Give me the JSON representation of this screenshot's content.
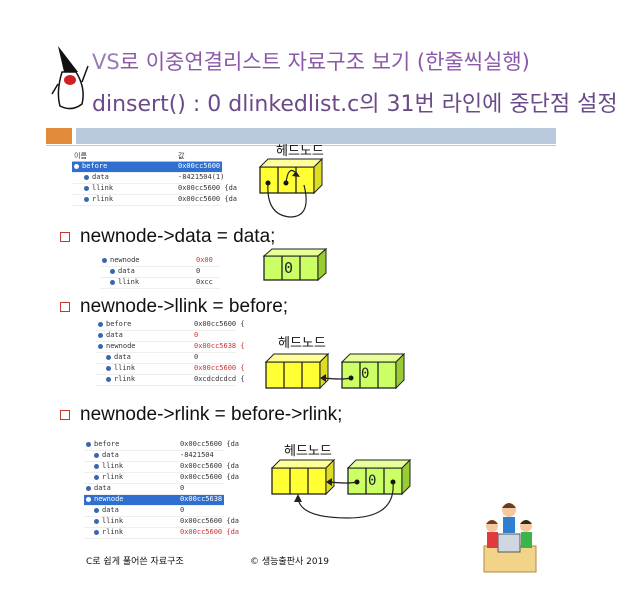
{
  "title": {
    "line1_prefix": "VS",
    "line1_rest": "로 이중연결리스트 자료구조 보기 (한줄씩실행)",
    "line2": "dinsert() : 0 dlinkedlist.c의 31번 라인에 중단점 설정"
  },
  "bullets": [
    "newnode->data = data;",
    "newnode->llink = before;",
    "newnode->rlink = before->rlink;"
  ],
  "watch1": {
    "header_name": "이름",
    "header_value": "값",
    "rows": [
      {
        "name": "before",
        "value": "0x00cc5600 {da"
      },
      {
        "name": "data",
        "value": "-8421504(1)"
      },
      {
        "name": "llink",
        "value": "0x00cc5600 {da"
      },
      {
        "name": "rlink",
        "value": "0x00cc5600 {da"
      }
    ]
  },
  "watch2": {
    "rows": [
      {
        "name": "newnode",
        "value": "0x00"
      },
      {
        "name": "data",
        "value": "0"
      },
      {
        "name": "llink",
        "value": "0xcc"
      }
    ]
  },
  "watch3": {
    "rows": [
      {
        "name": "before",
        "value": "0x00cc5600 {"
      },
      {
        "name": "data",
        "value": "0"
      },
      {
        "name": "newnode",
        "value": "0x00cc5638 {"
      },
      {
        "name": "data",
        "value": "0"
      },
      {
        "name": "llink",
        "value": "0x00cc5600 {"
      },
      {
        "name": "rlink",
        "value": "0xcdcdcdcd {"
      }
    ]
  },
  "watch4": {
    "rows": [
      {
        "name": "before",
        "value": "0x00cc5600 {da"
      },
      {
        "name": "data",
        "value": "-8421504"
      },
      {
        "name": "llink",
        "value": "0x00cc5600 {da"
      },
      {
        "name": "rlink",
        "value": "0x00cc5600 {da"
      },
      {
        "name": "data",
        "value": "0"
      },
      {
        "name": "newnode",
        "value": "0x00cc5638 {d"
      },
      {
        "name": "data",
        "value": "0"
      },
      {
        "name": "llink",
        "value": "0x00cc5600 {da"
      },
      {
        "name": "rlink",
        "value": "0x00cc5600 {da"
      }
    ]
  },
  "diagram": {
    "head_label": "헤드노드",
    "new_value": "0"
  },
  "footer": {
    "left": "C로 쉽게 풀어쓴 자료구조",
    "center": "© 생능출판사 2019"
  },
  "colors": {
    "node_fill": "#ffff33",
    "new_node_fill": "#ccff66",
    "bar_orange": "#e08a3a",
    "bar_blue": "#b9c9de",
    "title": "#8a5aa8"
  }
}
